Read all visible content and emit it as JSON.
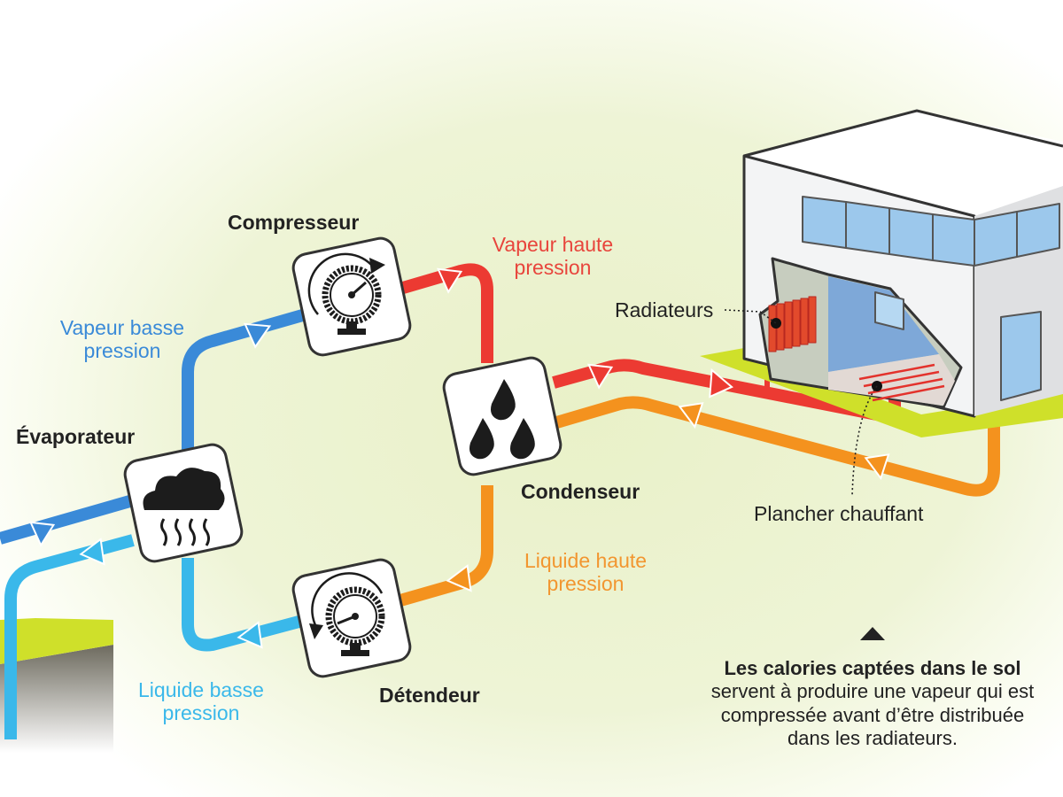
{
  "colors": {
    "vapeur_basse": "#3a8ad8",
    "liquide_basse": "#3ab8ea",
    "vapeur_haute": "#ec3a32",
    "liquide_haute": "#f4921e",
    "ground_top": "#cfe02a",
    "background_tint": "#eef4d2",
    "text_dark": "#222222"
  },
  "components": {
    "evaporateur": {
      "label": "Évaporateur",
      "icon": "cloud-steam-icon"
    },
    "compresseur": {
      "label": "Compresseur",
      "icon": "pressure-gauge-clockwise-icon"
    },
    "condenseur": {
      "label": "Condenseur",
      "icon": "water-drops-icon"
    },
    "detendeur": {
      "label": "Détendeur",
      "icon": "pressure-gauge-counterclockwise-icon"
    }
  },
  "flows": {
    "vapeur_basse": {
      "line1": "Vapeur basse",
      "line2": "pression"
    },
    "vapeur_haute": {
      "line1": "Vapeur haute",
      "line2": "pression"
    },
    "liquide_haute": {
      "line1": "Liquide haute",
      "line2": "pression"
    },
    "liquide_basse": {
      "line1": "Liquide basse",
      "line2": "pression"
    }
  },
  "house": {
    "radiateurs_label": "Radiateurs",
    "plancher_label": "Plancher chauffant"
  },
  "caption": {
    "marker_icon": "triangle-up-icon",
    "title": "Les calories captées dans le sol",
    "line1": "servent à produire une vapeur qui est",
    "line2": "compressée avant d’être distribuée",
    "line3": "dans les radiateurs."
  }
}
